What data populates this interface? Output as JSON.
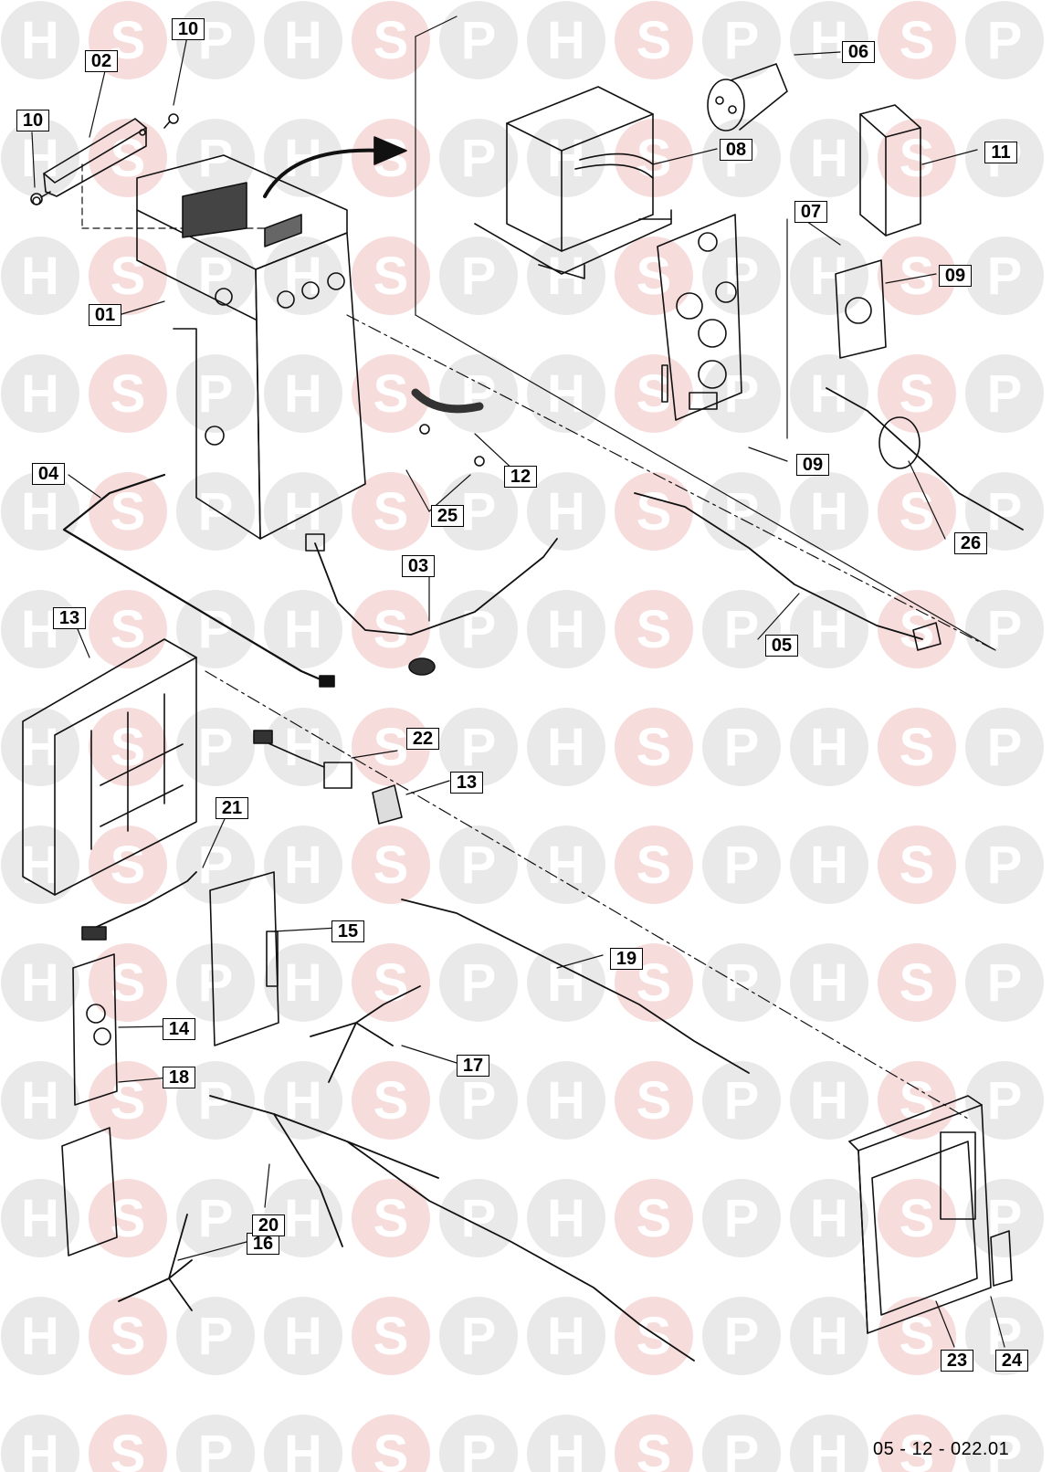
{
  "watermark": {
    "letters": [
      "H",
      "S",
      "P"
    ],
    "colors": {
      "circle": "#e9e9e9",
      "text": "#ffffff",
      "accent_circle": "#f7dcdc"
    }
  },
  "callouts": [
    {
      "id": "01",
      "label": "01"
    },
    {
      "id": "02",
      "label": "02"
    },
    {
      "id": "03",
      "label": "03"
    },
    {
      "id": "04",
      "label": "04"
    },
    {
      "id": "05",
      "label": "05"
    },
    {
      "id": "06",
      "label": "06"
    },
    {
      "id": "07",
      "label": "07"
    },
    {
      "id": "08",
      "label": "08"
    },
    {
      "id": "09a",
      "label": "09"
    },
    {
      "id": "09b",
      "label": "09"
    },
    {
      "id": "10a",
      "label": "10"
    },
    {
      "id": "10b",
      "label": "10"
    },
    {
      "id": "11",
      "label": "11"
    },
    {
      "id": "12",
      "label": "12"
    },
    {
      "id": "13a",
      "label": "13"
    },
    {
      "id": "13b",
      "label": "13"
    },
    {
      "id": "14",
      "label": "14"
    },
    {
      "id": "15",
      "label": "15"
    },
    {
      "id": "16",
      "label": "16"
    },
    {
      "id": "17",
      "label": "17"
    },
    {
      "id": "18",
      "label": "18"
    },
    {
      "id": "19",
      "label": "19"
    },
    {
      "id": "20",
      "label": "20"
    },
    {
      "id": "21",
      "label": "21"
    },
    {
      "id": "22",
      "label": "22"
    },
    {
      "id": "23",
      "label": "23"
    },
    {
      "id": "24",
      "label": "24"
    },
    {
      "id": "25",
      "label": "25"
    },
    {
      "id": "26",
      "label": "26"
    }
  ],
  "drawing_number": "05 - 12 - 022.01"
}
